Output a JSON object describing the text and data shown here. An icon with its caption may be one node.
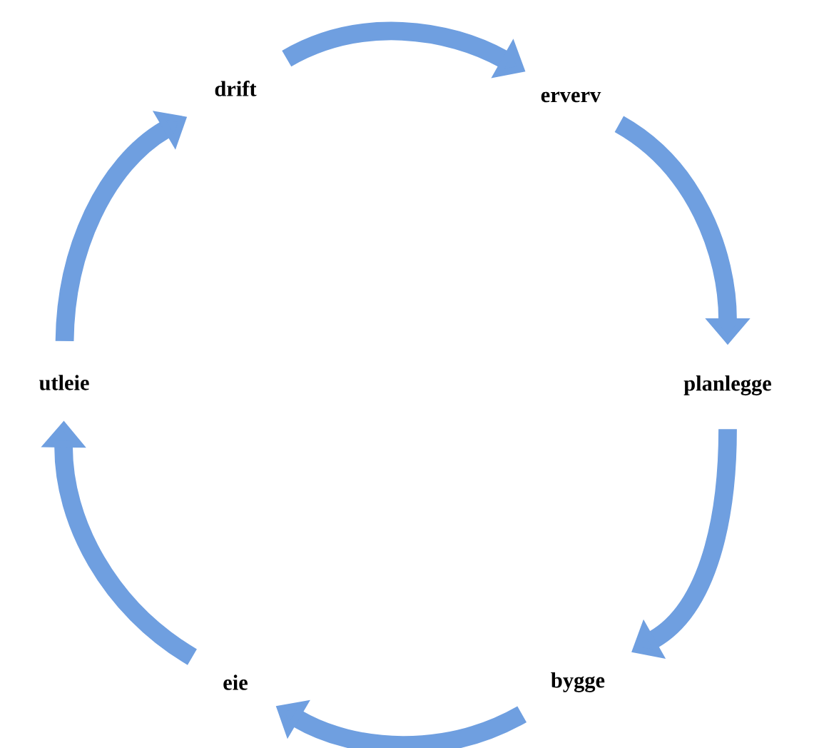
{
  "diagram": {
    "nodes": [
      {
        "text": [
          "drift"
        ]
      },
      {
        "text": [
          "erverv"
        ]
      },
      {
        "text": [
          "planlegge"
        ]
      },
      {
        "text": [
          "bygge"
        ]
      },
      {
        "text": [
          "eie"
        ]
      },
      {
        "text": [
          "utleie"
        ]
      }
    ],
    "edges": [
      {
        "from": 0,
        "to": 1,
        "arrow": "to"
      },
      {
        "from": 1,
        "to": 2,
        "arrow": "to"
      },
      {
        "from": 2,
        "to": 3,
        "arrow": "to"
      },
      {
        "from": 3,
        "to": 4,
        "arrow": "to"
      },
      {
        "from": 4,
        "to": 5,
        "arrow": "to"
      },
      {
        "from": 5,
        "to": 0,
        "arrow": "to"
      }
    ]
  }
}
